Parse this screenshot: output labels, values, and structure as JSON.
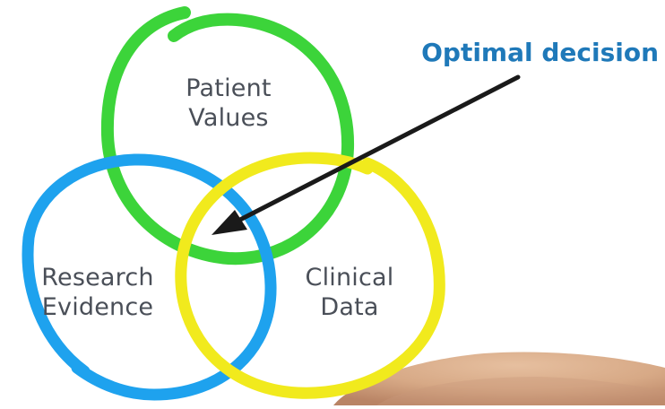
{
  "diagram": {
    "title": "Optimal decision",
    "circles": [
      {
        "id": "patient",
        "lines": [
          "Patient",
          "Values"
        ],
        "color": "#3cd43a"
      },
      {
        "id": "research",
        "lines": [
          "Research",
          "Evidence"
        ],
        "color": "#1ea2ee"
      },
      {
        "id": "clinical",
        "lines": [
          "Clinical",
          "Data"
        ],
        "color": "#f1ea1d"
      }
    ],
    "text_color": "#4a4f58",
    "title_color": "#1f79b9",
    "arrow_color": "#1a1a1a"
  }
}
